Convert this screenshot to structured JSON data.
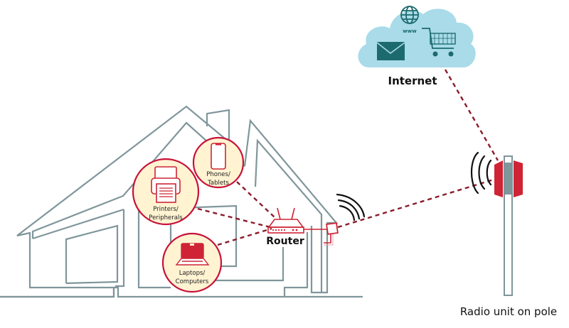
{
  "diagram": {
    "title": "Home network connected to the Internet via a radio unit on a pole",
    "nodes": {
      "internet": {
        "label": "Internet",
        "icons": [
          "globe-icon",
          "www-text",
          "shopping-cart-icon",
          "envelope-icon"
        ],
        "www_text": "www"
      },
      "router": {
        "label": "Router"
      },
      "phones": {
        "label_line1": "Phones/",
        "label_line2": "Tablets"
      },
      "printers": {
        "label_line1": "Printers/",
        "label_line2": "Peripherals"
      },
      "laptops": {
        "label_line1": "Laptops/",
        "label_line2": "Computers"
      },
      "radio_unit": {
        "label": "Radio unit on pole"
      }
    },
    "connections": [
      {
        "from": "phones",
        "to": "router",
        "style": "dashed"
      },
      {
        "from": "printers",
        "to": "router",
        "style": "dashed"
      },
      {
        "from": "laptops",
        "to": "router",
        "style": "dashed"
      },
      {
        "from": "router",
        "to": "home-antenna",
        "style": "solid"
      },
      {
        "from": "home-antenna",
        "to": "radio_unit",
        "style": "dashed-wireless"
      },
      {
        "from": "radio_unit",
        "to": "internet",
        "style": "dashed"
      }
    ],
    "colors": {
      "house_outline": "#7f969b",
      "accent_red": "#cf2435",
      "link_dashed": "#8a1c2b",
      "bubble_fill": "#fff3d2",
      "cloud_fill": "#a9dbe9",
      "cloud_icons": "#1d6a6e"
    }
  }
}
